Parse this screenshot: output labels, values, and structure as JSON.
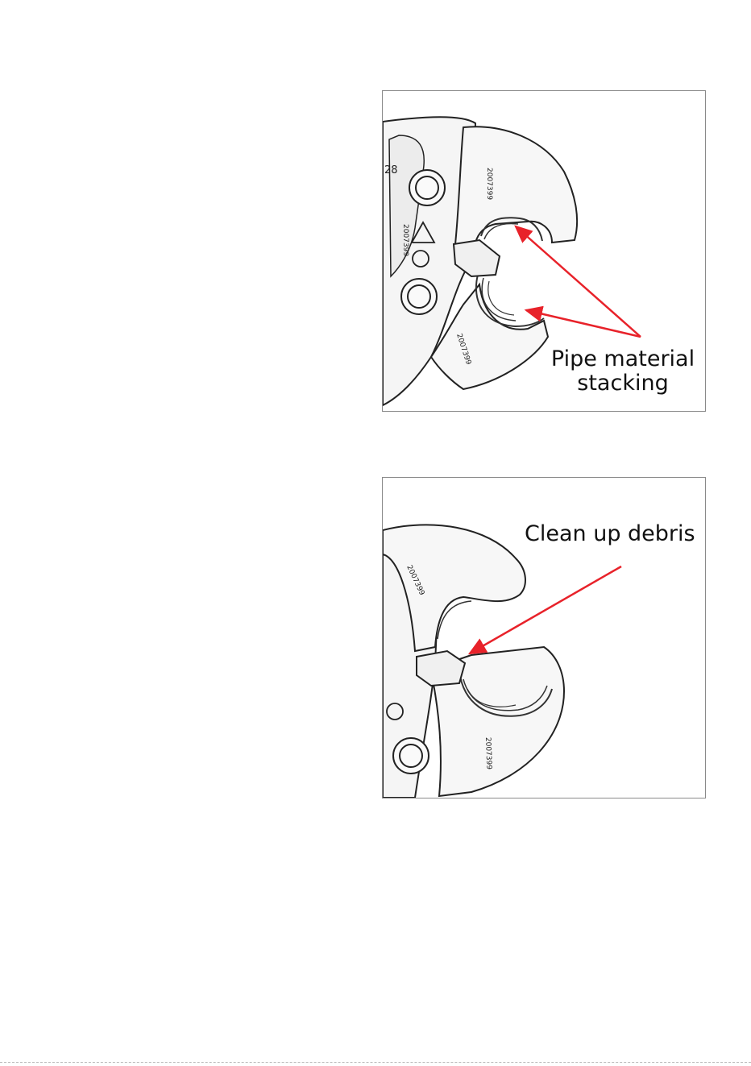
{
  "figures": [
    {
      "id": "pipe-stacking",
      "label_lines": [
        "Pipe material",
        "stacking"
      ],
      "part_numbers": [
        "2007399",
        "2007399",
        "2007399"
      ],
      "die_number": "28",
      "accent_color": "#e8222a"
    },
    {
      "id": "clean-debris",
      "label": "Clean up debris",
      "part_numbers": [
        "2007399",
        "2007399"
      ],
      "accent_color": "#e8222a"
    }
  ]
}
